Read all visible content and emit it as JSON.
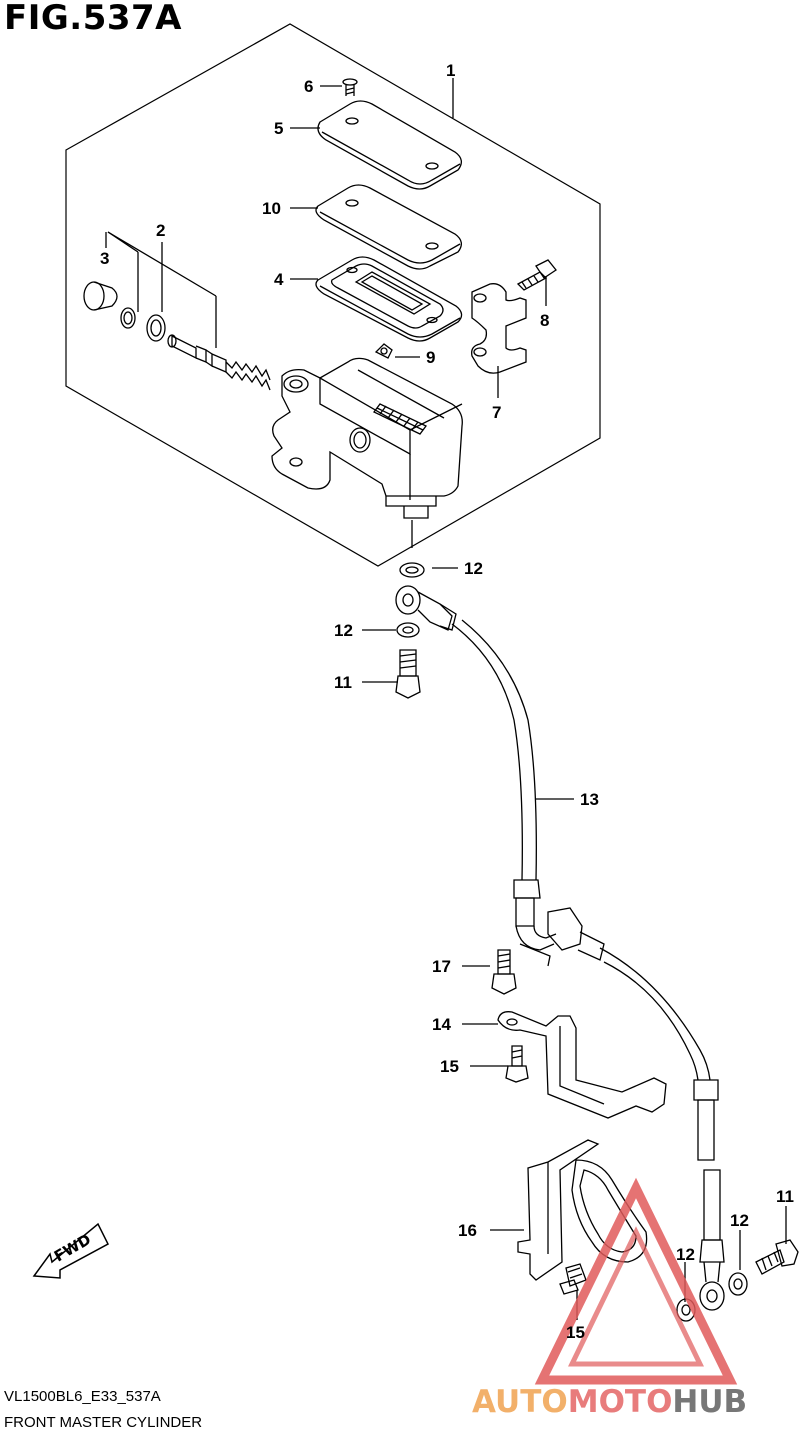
{
  "figure": {
    "title": "FIG.537A",
    "model_code": "VL1500BL6_E33_537A",
    "name": "FRONT MASTER CYLINDER"
  },
  "callouts": {
    "c1": "1",
    "c2": "2",
    "c3": "3",
    "c4": "4",
    "c5": "5",
    "c6": "6",
    "c7": "7",
    "c8": "8",
    "c9": "9",
    "c10": "10",
    "c11a": "11",
    "c11b": "11",
    "c12a": "12",
    "c12b": "12",
    "c12c": "12",
    "c12d": "12",
    "c13": "13",
    "c14": "14",
    "c15a": "15",
    "c15b": "15",
    "c16": "16",
    "c17": "17"
  },
  "direction_badge": "FWD",
  "watermark": {
    "part1": "AUTO",
    "part2": "MOTO",
    "part3": "HUB"
  },
  "colors": {
    "line": "#000000",
    "watermark_red": "#e05a5a",
    "watermark_orange": "#f2b06a",
    "watermark_gray": "#777777"
  }
}
